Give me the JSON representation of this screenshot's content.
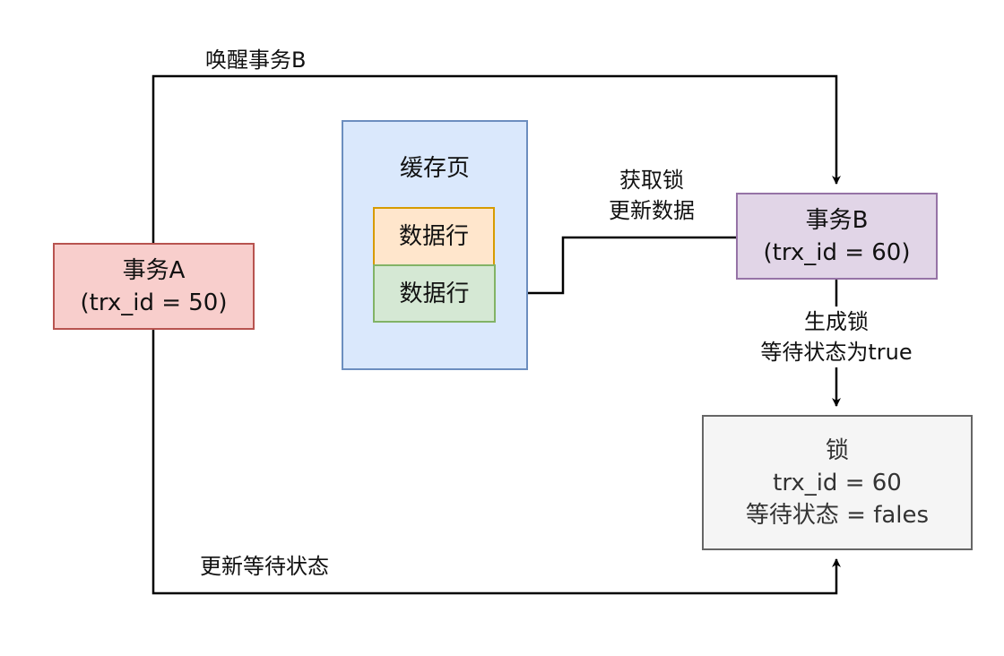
{
  "diagram": {
    "nodes": {
      "tx_a": {
        "line1": "事务A",
        "line2": "(trx_id = 50)"
      },
      "tx_b": {
        "line1": "事务B",
        "line2": "(trx_id = 60)"
      },
      "cache": {
        "title": "缓存页"
      },
      "row1": {
        "label": "数据行"
      },
      "row2": {
        "label": "数据行"
      },
      "lock": {
        "line1": "锁",
        "line2": "trx_id = 60",
        "line3": "等待状态 = fales"
      }
    },
    "edges": {
      "wake": {
        "label": "唤醒事务B"
      },
      "update_wait": {
        "label": "更新等待状态"
      },
      "acquire": {
        "line1": "获取锁",
        "line2": "更新数据"
      },
      "create_lock": {
        "line1": "生成锁",
        "line2": "等待状态为true"
      }
    },
    "colors": {
      "tx_a_fill": "#f8cecc",
      "tx_a_stroke": "#b85450",
      "tx_b_fill": "#e1d5e7",
      "tx_b_stroke": "#9673a6",
      "cache_fill": "#dae8fc",
      "cache_stroke": "#6c8ebf",
      "row1_fill": "#ffe6cc",
      "row1_stroke": "#d79b00",
      "row2_fill": "#d5e8d4",
      "row2_stroke": "#82b366",
      "lock_fill": "#f5f5f5",
      "lock_stroke": "#666666",
      "edge": "#000000"
    }
  }
}
